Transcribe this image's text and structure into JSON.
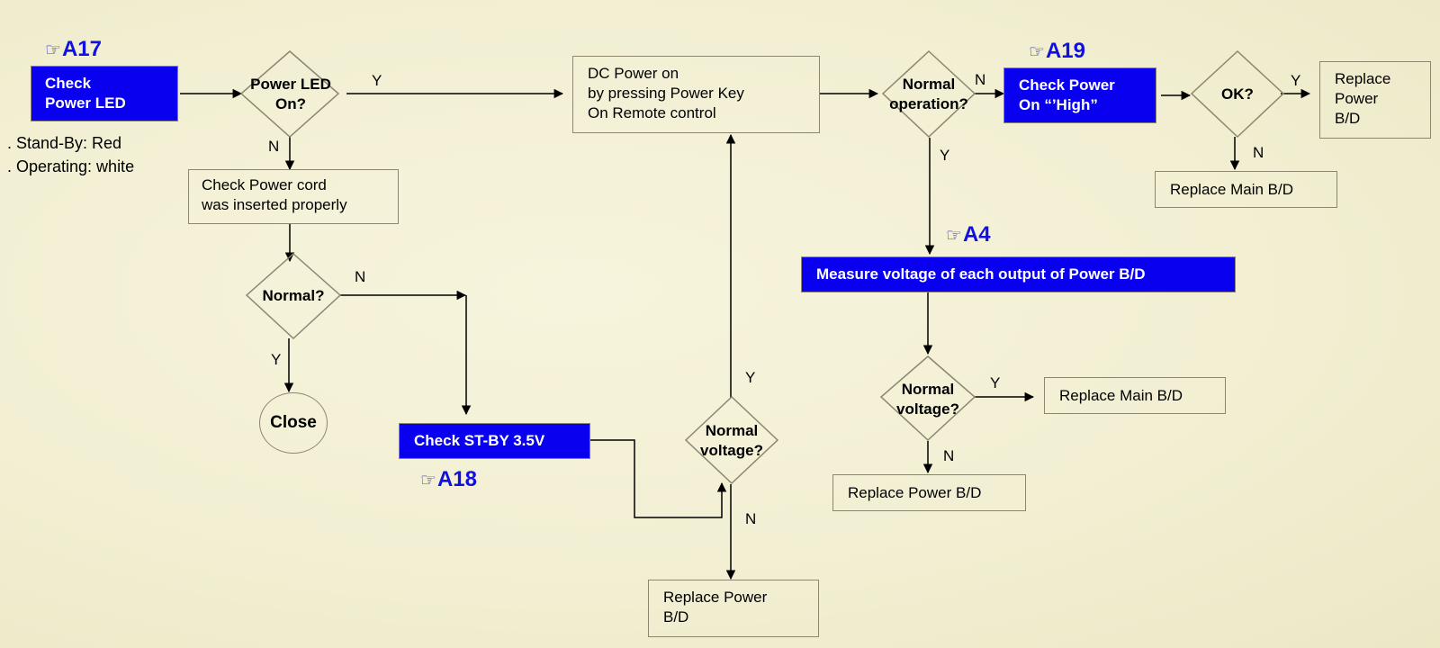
{
  "diagram": {
    "colors": {
      "process_blue": "#0a00f0",
      "reference_blue": "#1010e0",
      "border": "#8c8670",
      "background": "#f2efd3"
    },
    "references": {
      "a17": {
        "icon": "pointing-hand-icon",
        "glyph": "☞",
        "label": "A17"
      },
      "a18": {
        "icon": "pointing-hand-icon",
        "glyph": "☞",
        "label": "A18"
      },
      "a19": {
        "icon": "pointing-hand-icon",
        "glyph": "☞",
        "label": "A19"
      },
      "a4": {
        "icon": "pointing-hand-icon",
        "glyph": "☞",
        "label": "A4"
      }
    },
    "nodes": {
      "check_power_led": {
        "lines": [
          "Check",
          "Power LED"
        ]
      },
      "led_notes": [
        ". Stand-By: Red",
        ". Operating: white"
      ],
      "power_led_on": {
        "lines": [
          "Power  LED",
          "On?"
        ]
      },
      "check_power_cord": {
        "lines": [
          "Check Power cord",
          "was inserted properly"
        ]
      },
      "normal_q": {
        "lines": [
          "Normal?"
        ]
      },
      "close": {
        "label": "Close"
      },
      "check_stby": {
        "label": "Check ST-BY 3.5V"
      },
      "normal_voltage_left": {
        "lines": [
          "Normal",
          "voltage?"
        ]
      },
      "replace_power_bottom": {
        "lines": [
          "Replace Power",
          "B/D"
        ]
      },
      "dc_power_on": {
        "lines": [
          "DC Power on",
          "by pressing Power Key",
          "On Remote control"
        ]
      },
      "normal_operation": {
        "lines": [
          "Normal",
          "operation?"
        ]
      },
      "check_power_high": {
        "lines": [
          "Check Power",
          "On “’High”"
        ]
      },
      "ok_q": {
        "lines": [
          "OK?"
        ]
      },
      "replace_power_right": {
        "lines": [
          "Replace",
          "Power",
          "B/D"
        ]
      },
      "replace_main_top": {
        "label": "Replace Main B/D"
      },
      "measure_voltage": {
        "label": "Measure voltage of each output of Power B/D"
      },
      "normal_voltage_right": {
        "lines": [
          "Normal",
          "voltage?"
        ]
      },
      "replace_main_right": {
        "label": "Replace Main B/D"
      },
      "replace_power_mid": {
        "label": "Replace Power B/D"
      }
    },
    "edge_labels": {
      "led_yes": "Y",
      "led_no": "N",
      "normal_no": "N",
      "normal_yes": "Y",
      "voltage_left_yes": "Y",
      "voltage_left_no": "N",
      "operation_no": "N",
      "operation_yes": "Y",
      "ok_yes": "Y",
      "ok_no": "N",
      "voltage_right_yes": "Y",
      "voltage_right_no": "N"
    }
  }
}
